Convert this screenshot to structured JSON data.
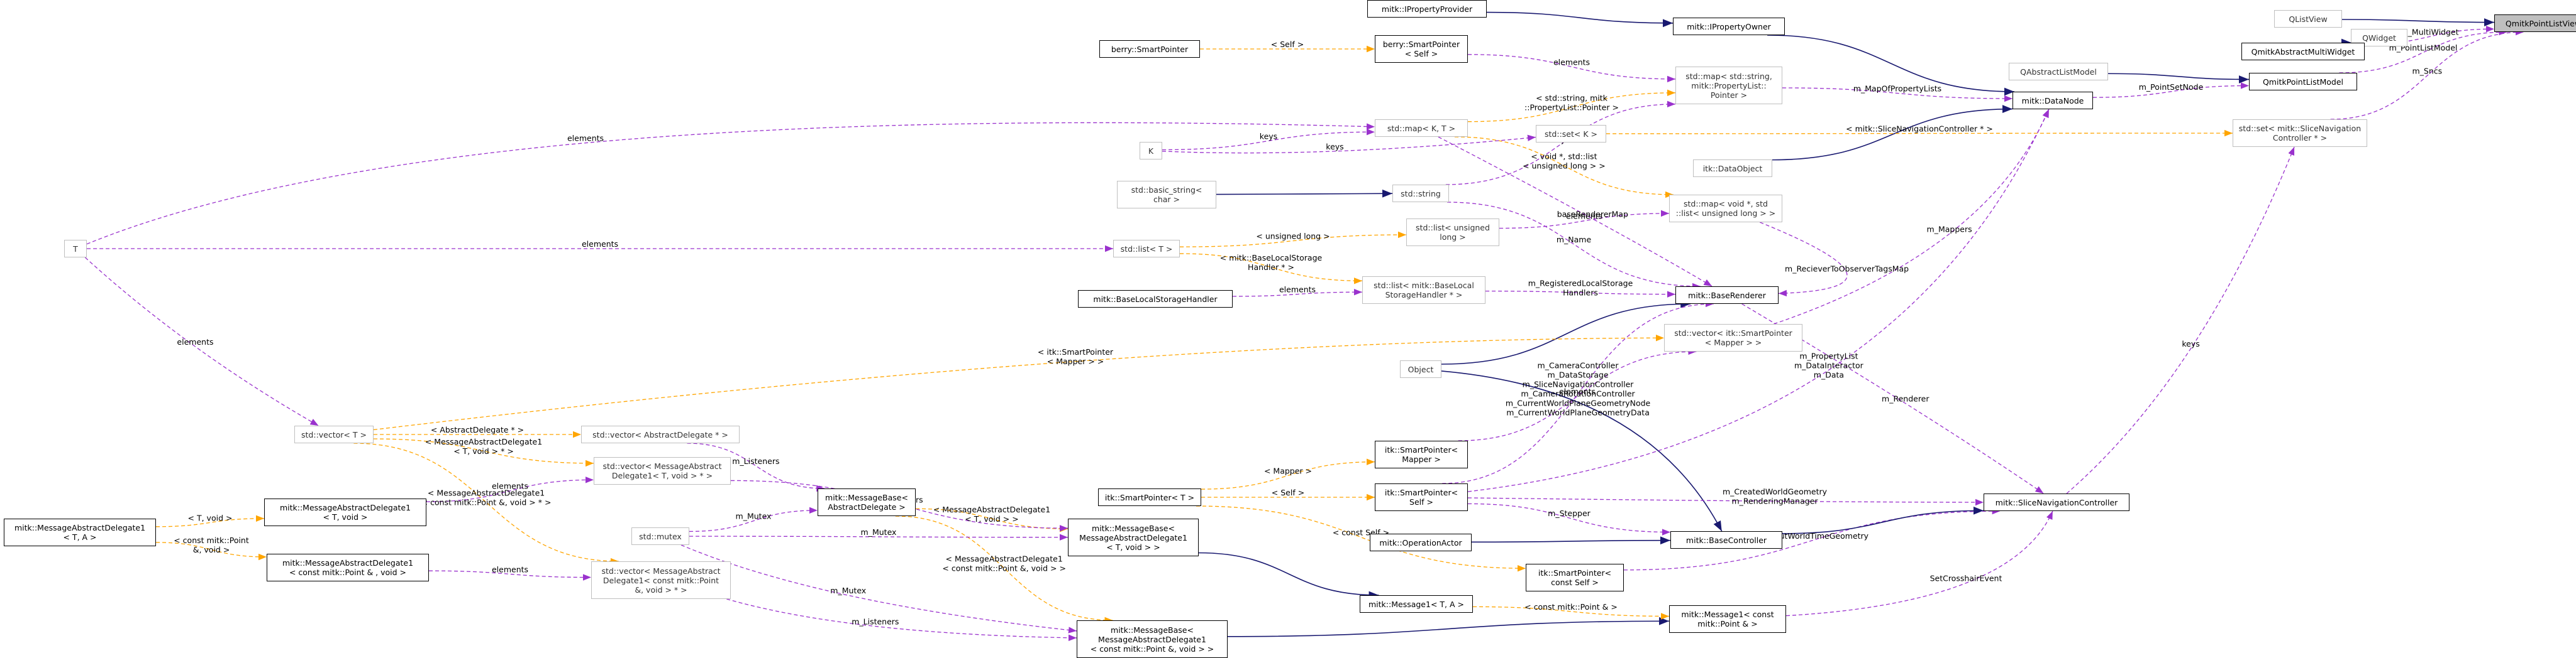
{
  "colors": {
    "inherit": "#191970",
    "member": "#9a32cd",
    "template": "#ffa500"
  },
  "nodes": [
    {
      "id": "qlistview",
      "label": "QListView",
      "kind": "ext"
    },
    {
      "id": "qwidget",
      "label": "QWidget",
      "kind": "ext"
    },
    {
      "id": "qabstractlistmodel",
      "label": "QAbstractListModel",
      "kind": "ext"
    },
    {
      "id": "qmitkpointlistview",
      "label": "QmitkPointListView",
      "kind": "focus"
    },
    {
      "id": "qmitkabstractmultiwidget",
      "label": "QmitkAbstractMultiWidget",
      "kind": "normal"
    },
    {
      "id": "qmitkpointlistmodel",
      "label": "QmitkPointListModel",
      "kind": "normal"
    },
    {
      "id": "set_slicenav",
      "label": "std::set< mitk::SliceNavigation\nController * >",
      "kind": "ext"
    },
    {
      "id": "iproperty_provider",
      "label": "mitk::IPropertyProvider",
      "kind": "normal"
    },
    {
      "id": "iproperty_owner",
      "label": "mitk::IPropertyOwner",
      "kind": "normal"
    },
    {
      "id": "datanode",
      "label": "mitk::DataNode",
      "kind": "normal"
    },
    {
      "id": "map_string_proplist",
      "label": "std::map< std::string,\nmitk::PropertyList::\nPointer >",
      "kind": "ext"
    },
    {
      "id": "berry_smartpointer",
      "label": "berry::SmartPointer",
      "kind": "normal"
    },
    {
      "id": "berry_smartpointer_self",
      "label": "berry::SmartPointer\n< Self >",
      "kind": "normal"
    },
    {
      "id": "map_k_t",
      "label": "std::map< K, T >",
      "kind": "ext"
    },
    {
      "id": "set_k",
      "label": "std::set< K >",
      "kind": "ext"
    },
    {
      "id": "k",
      "label": "K",
      "kind": "ext"
    },
    {
      "id": "t",
      "label": "T",
      "kind": "ext"
    },
    {
      "id": "itk_dataobject",
      "label": "itk::DataObject",
      "kind": "ext"
    },
    {
      "id": "basic_string",
      "label": "std::basic_string<\nchar >",
      "kind": "ext"
    },
    {
      "id": "std_string",
      "label": "std::string",
      "kind": "ext"
    },
    {
      "id": "list_unsigned_long",
      "label": "std::list< unsigned\nlong >",
      "kind": "ext"
    },
    {
      "id": "map_void_list",
      "label": "std::map< void *, std\n::list< unsigned long > >",
      "kind": "ext"
    },
    {
      "id": "list_t",
      "label": "std::list< T >",
      "kind": "ext"
    },
    {
      "id": "baselocalstoragehandler",
      "label": "mitk::BaseLocalStorageHandler",
      "kind": "normal"
    },
    {
      "id": "list_baselocalstorage",
      "label": "std::list< mitk::BaseLocal\nStorageHandler * >",
      "kind": "ext"
    },
    {
      "id": "baserenderer",
      "label": "mitk::BaseRenderer",
      "kind": "normal"
    },
    {
      "id": "object",
      "label": "Object",
      "kind": "ext"
    },
    {
      "id": "vector_itk_mapper",
      "label": "std::vector< itk::SmartPointer\n< Mapper > >",
      "kind": "ext"
    },
    {
      "id": "vector_t",
      "label": "std::vector< T >",
      "kind": "ext"
    },
    {
      "id": "vector_abstractdelegate",
      "label": "std::vector< AbstractDelegate * >",
      "kind": "ext"
    },
    {
      "id": "vector_msgdelegate1",
      "label": "std::vector< MessageAbstract\nDelegate1< T, void > * >",
      "kind": "ext"
    },
    {
      "id": "msgabsdelegate1_tv",
      "label": "mitk::MessageAbstractDelegate1\n< T, void >",
      "kind": "normal"
    },
    {
      "id": "msgabsdelegate1_ta",
      "label": "mitk::MessageAbstractDelegate1\n< T, A >",
      "kind": "normal"
    },
    {
      "id": "msgabsdelegate1_point",
      "label": "mitk::MessageAbstractDelegate1\n< const mitk::Point & , void >",
      "kind": "normal"
    },
    {
      "id": "vector_msgdelegate1_point",
      "label": "std::vector< MessageAbstract\nDelegate1< const mitk::Point\n&, void > * >",
      "kind": "ext"
    },
    {
      "id": "std_mutex",
      "label": "std::mutex",
      "kind": "ext"
    },
    {
      "id": "msgbase_abstractdelegate",
      "label": "mitk::MessageBase<\nAbstractDelegate >",
      "kind": "normal"
    },
    {
      "id": "msgbase_delegate1_tv",
      "label": "mitk::MessageBase<\nMessageAbstractDelegate1\n< T, void > >",
      "kind": "normal"
    },
    {
      "id": "msgbase_delegate1_point",
      "label": "mitk::MessageBase<\nMessageAbstractDelegate1\n< const mitk::Point &, void > >",
      "kind": "normal"
    },
    {
      "id": "itk_smartpointer_t",
      "label": "itk::SmartPointer< T >",
      "kind": "normal"
    },
    {
      "id": "itk_smartpointer_mapper",
      "label": "itk::SmartPointer<\nMapper >",
      "kind": "normal"
    },
    {
      "id": "itk_smartpointer_self",
      "label": "itk::SmartPointer<\nSelf >",
      "kind": "normal"
    },
    {
      "id": "itk_smartpointer_constself",
      "label": "itk::SmartPointer<\nconst Self >",
      "kind": "normal"
    },
    {
      "id": "operationactor",
      "label": "mitk::OperationActor",
      "kind": "normal"
    },
    {
      "id": "basecontroller",
      "label": "mitk::BaseController",
      "kind": "normal"
    },
    {
      "id": "slicenavigationcontroller",
      "label": "mitk::SliceNavigationController",
      "kind": "normal"
    },
    {
      "id": "message1_ta",
      "label": "mitk::Message1< T, A >",
      "kind": "normal"
    },
    {
      "id": "message1_point",
      "label": "mitk::Message1< const\nmitk::Point & >",
      "kind": "normal"
    }
  ],
  "edges": [
    {
      "from": "qlistview",
      "to": "qmitkpointlistview",
      "type": "inherit",
      "label": ""
    },
    {
      "from": "qwidget",
      "to": "qmitkabstractmultiwidget",
      "type": "inherit",
      "label": ""
    },
    {
      "from": "qabstractlistmodel",
      "to": "qmitkpointlistmodel",
      "type": "inherit",
      "label": ""
    },
    {
      "from": "qmitkabstractmultiwidget",
      "to": "qmitkpointlistview",
      "type": "member",
      "label": "m_MultiWidget"
    },
    {
      "from": "qmitkpointlistmodel",
      "to": "qmitkpointlistview",
      "type": "member",
      "label": "m_PointListModel"
    },
    {
      "from": "set_slicenav",
      "to": "qmitkpointlistview",
      "type": "member",
      "label": "m_Sncs"
    },
    {
      "from": "datanode",
      "to": "qmitkpointlistmodel",
      "type": "member",
      "label": "m_PointSetNode"
    },
    {
      "from": "iproperty_provider",
      "to": "iproperty_owner",
      "type": "inherit",
      "label": ""
    },
    {
      "from": "iproperty_owner",
      "to": "datanode",
      "type": "inherit",
      "label": ""
    },
    {
      "from": "itk_dataobject",
      "to": "datanode",
      "type": "inherit",
      "label": ""
    },
    {
      "from": "map_string_proplist",
      "to": "datanode",
      "type": "member",
      "label": "m_MapOfPropertyLists"
    },
    {
      "from": "berry_smartpointer",
      "to": "berry_smartpointer_self",
      "type": "template",
      "label": "< Self >"
    },
    {
      "from": "berry_smartpointer_self",
      "to": "map_string_proplist",
      "type": "member",
      "label": "elements"
    },
    {
      "from": "map_k_t",
      "to": "map_string_proplist",
      "type": "template",
      "label": "< std::string, mitk\n::PropertyList::Pointer >"
    },
    {
      "from": "map_k_t",
      "to": "map_void_list",
      "type": "template",
      "label": "< void *, std::list\n< unsigned long > >"
    },
    {
      "from": "std_string",
      "to": "map_string_proplist",
      "type": "member",
      "label": "keys"
    },
    {
      "from": "k",
      "to": "map_k_t",
      "type": "member",
      "label": "keys"
    },
    {
      "from": "t",
      "to": "map_k_t",
      "type": "member",
      "label": "elements"
    },
    {
      "from": "k",
      "to": "set_k",
      "type": "member",
      "label": "keys"
    },
    {
      "from": "set_k",
      "to": "set_slicenav",
      "type": "template",
      "label": "< mitk::SliceNavigationController * >"
    },
    {
      "from": "basic_string",
      "to": "std_string",
      "type": "inherit",
      "label": ""
    },
    {
      "from": "t",
      "to": "list_t",
      "type": "member",
      "label": "elements"
    },
    {
      "from": "list_t",
      "to": "list_unsigned_long",
      "type": "template",
      "label": "< unsigned long >"
    },
    {
      "from": "list_t",
      "to": "list_baselocalstorage",
      "type": "template",
      "label": "< mitk::BaseLocalStorage\nHandler * >"
    },
    {
      "from": "list_unsigned_long",
      "to": "map_void_list",
      "type": "member",
      "label": "elements"
    },
    {
      "from": "baselocalstoragehandler",
      "to": "list_baselocalstorage",
      "type": "member",
      "label": "elements"
    },
    {
      "from": "map_void_list",
      "to": "baserenderer",
      "type": "member",
      "label": "m_RecieverToObserverTagsMap"
    },
    {
      "from": "std_string",
      "to": "baserenderer",
      "type": "member",
      "label": "m_Name"
    },
    {
      "from": "map_k_t",
      "to": "baserenderer",
      "type": "member",
      "label": "baseRendererMap"
    },
    {
      "from": "list_baselocalstorage",
      "to": "baserenderer",
      "type": "member",
      "label": "m_RegisteredLocalStorage\nHandlers"
    },
    {
      "from": "vector_itk_mapper",
      "to": "datanode",
      "type": "member",
      "label": "m_Mappers"
    },
    {
      "from": "object",
      "to": "baserenderer",
      "type": "inherit",
      "label": ""
    },
    {
      "from": "object",
      "to": "basecontroller",
      "type": "inherit",
      "label": ""
    },
    {
      "from": "t",
      "to": "vector_t",
      "type": "member",
      "label": "elements"
    },
    {
      "from": "vector_t",
      "to": "vector_itk_mapper",
      "type": "template",
      "label": "< itk::SmartPointer\n< Mapper > >"
    },
    {
      "from": "vector_t",
      "to": "vector_abstractdelegate",
      "type": "template",
      "label": "< AbstractDelegate * >"
    },
    {
      "from": "vector_t",
      "to": "vector_msgdelegate1",
      "type": "template",
      "label": "< MessageAbstractDelegate1\n< T, void > * >"
    },
    {
      "from": "vector_t",
      "to": "vector_msgdelegate1_point",
      "type": "template",
      "label": "< MessageAbstractDelegate1\n< const mitk::Point &, void > * >"
    },
    {
      "from": "msgabsdelegate1_tv",
      "to": "vector_msgdelegate1",
      "type": "member",
      "label": "elements"
    },
    {
      "from": "msgabsdelegate1_point",
      "to": "vector_msgdelegate1_point",
      "type": "member",
      "label": "elements"
    },
    {
      "from": "msgabsdelegate1_ta",
      "to": "msgabsdelegate1_tv",
      "type": "template",
      "label": "< T, void >"
    },
    {
      "from": "msgabsdelegate1_ta",
      "to": "msgabsdelegate1_point",
      "type": "template",
      "label": "< const mitk::Point\n&, void >"
    },
    {
      "from": "vector_abstractdelegate",
      "to": "msgbase_abstractdelegate",
      "type": "member",
      "label": "m_Listeners"
    },
    {
      "from": "std_mutex",
      "to": "msgbase_abstractdelegate",
      "type": "member",
      "label": "m_Mutex"
    },
    {
      "from": "msgbase_abstractdelegate",
      "to": "msgbase_delegate1_tv",
      "type": "template",
      "label": "< MessageAbstractDelegate1\n< T, void > >"
    },
    {
      "from": "msgbase_abstractdelegate",
      "to": "msgbase_delegate1_point",
      "type": "template",
      "label": "< MessageAbstractDelegate1\n< const mitk::Point &, void > >"
    },
    {
      "from": "vector_msgdelegate1",
      "to": "msgbase_delegate1_tv",
      "type": "member",
      "label": "m_Listeners"
    },
    {
      "from": "std_mutex",
      "to": "msgbase_delegate1_tv",
      "type": "member",
      "label": "m_Mutex"
    },
    {
      "from": "std_mutex",
      "to": "msgbase_delegate1_point",
      "type": "member",
      "label": "m_Mutex"
    },
    {
      "from": "vector_msgdelegate1_point",
      "to": "msgbase_delegate1_point",
      "type": "member",
      "label": "m_Listeners"
    },
    {
      "from": "msgbase_delegate1_tv",
      "to": "message1_ta",
      "type": "inherit",
      "label": ""
    },
    {
      "from": "msgbase_delegate1_point",
      "to": "message1_point",
      "type": "inherit",
      "label": ""
    },
    {
      "from": "itk_smartpointer_t",
      "to": "itk_smartpointer_mapper",
      "type": "template",
      "label": "< Mapper >"
    },
    {
      "from": "itk_smartpointer_t",
      "to": "itk_smartpointer_self",
      "type": "template",
      "label": "< Self >"
    },
    {
      "from": "itk_smartpointer_t",
      "to": "itk_smartpointer_constself",
      "type": "template",
      "label": "< const Self >"
    },
    {
      "from": "itk_smartpointer_mapper",
      "to": "vector_itk_mapper",
      "type": "member",
      "label": "elements"
    },
    {
      "from": "message1_ta",
      "to": "message1_point",
      "type": "template",
      "label": "< const mitk::Point & >"
    },
    {
      "from": "itk_smartpointer_self",
      "to": "baserenderer",
      "type": "member",
      "label": "m_CameraController\nm_DataStorage\nm_SliceNavigationController\nm_CameraRotationController\nm_CurrentWorldPlaneGeometryNode\nm_CurrentWorldPlaneGeometryData"
    },
    {
      "from": "itk_smartpointer_self",
      "to": "basecontroller",
      "type": "member",
      "label": "m_Stepper"
    },
    {
      "from": "itk_smartpointer_self",
      "to": "slicenavigationcontroller",
      "type": "member",
      "label": "m_CreatedWorldGeometry\nm_RenderingManager"
    },
    {
      "from": "itk_smartpointer_self",
      "to": "datanode",
      "type": "member",
      "label": "m_PropertyList\nm_DataInteractor\nm_Data"
    },
    {
      "from": "itk_smartpointer_constself",
      "to": "slicenavigationcontroller",
      "type": "member",
      "label": "m_InputWorldTimeGeometry"
    },
    {
      "from": "operationactor",
      "to": "basecontroller",
      "type": "inherit",
      "label": ""
    },
    {
      "from": "basecontroller",
      "to": "slicenavigationcontroller",
      "type": "inherit",
      "label": ""
    },
    {
      "from": "baserenderer",
      "to": "slicenavigationcontroller",
      "type": "member",
      "label": "m_Renderer"
    },
    {
      "from": "message1_point",
      "to": "slicenavigationcontroller",
      "type": "member",
      "label": "SetCrosshairEvent"
    },
    {
      "from": "slicenavigationcontroller",
      "to": "set_slicenav",
      "type": "member",
      "label": "keys"
    }
  ]
}
